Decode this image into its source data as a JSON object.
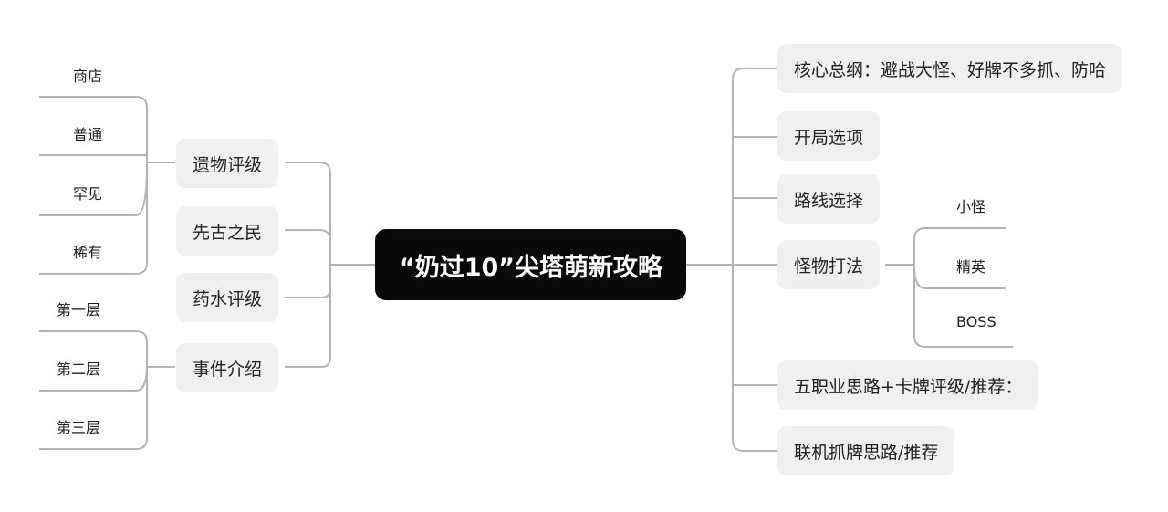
{
  "central_topic": "“奶过10”尖塔萌新攻略",
  "left": {
    "relic_rating": {
      "label": "遗物评级",
      "children": [
        "商店",
        "普通",
        "罕见",
        "稀有"
      ]
    },
    "ancients": {
      "label": "先古之民"
    },
    "potion_rating": {
      "label": "药水评级"
    },
    "events": {
      "label": "事件介绍",
      "children": [
        "第一层",
        "第二层",
        "第三层"
      ]
    }
  },
  "right": {
    "core": {
      "label": "核心总纲：避战大怪、好牌不多抓、防哈"
    },
    "opening": {
      "label": "开局选项"
    },
    "route": {
      "label": "路线选择"
    },
    "monsters": {
      "label": "怪物打法",
      "children": [
        "小怪",
        "精英",
        "BOSS"
      ]
    },
    "classes": {
      "label": "五职业思路+卡牌评级/推荐："
    },
    "coop": {
      "label": "联机抓牌思路/推荐"
    }
  },
  "colors": {
    "line": "#b3b3b3",
    "node_bg": "#f0f0f0",
    "root_bg": "#0a0a0a"
  }
}
